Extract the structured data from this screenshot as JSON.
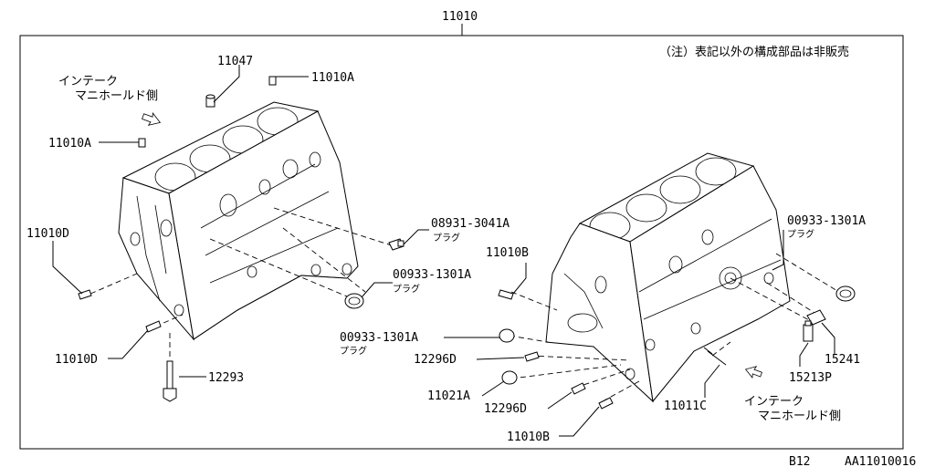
{
  "diagram": {
    "main_part_number": "11010",
    "note": "（注）表記以外の構成部品は非販売",
    "direction_left_line1": "インテーク",
    "direction_left_line2": "マニホールド側",
    "direction_right_line1": "インテーク",
    "direction_right_line2": "マニホールド側",
    "footer_code": "B12",
    "footer_ref": "AA11010016",
    "callouts": {
      "p11047": "11047",
      "p11010A_top": "11010A",
      "p11010A_left": "11010A",
      "p11010D_upper": "11010D",
      "p11010D_lower": "11010D",
      "p12293": "12293",
      "p08931": "08931-3041A",
      "p08931_sub": "プラグ",
      "p00933_mid": "00933-1301A",
      "p00933_mid_sub": "プラグ",
      "p11010B_right": "11010B",
      "p00933_left": "00933-1301A",
      "p00933_left_sub": "プラグ",
      "p12296D_upper": "12296D",
      "p11021A": "11021A",
      "p12296D_lower": "12296D",
      "p11010B_bottom": "11010B",
      "p11011C": "11011C",
      "p00933_right": "00933-1301A",
      "p00933_right_sub": "プラグ",
      "p15241": "15241",
      "p15213P": "15213P"
    }
  }
}
